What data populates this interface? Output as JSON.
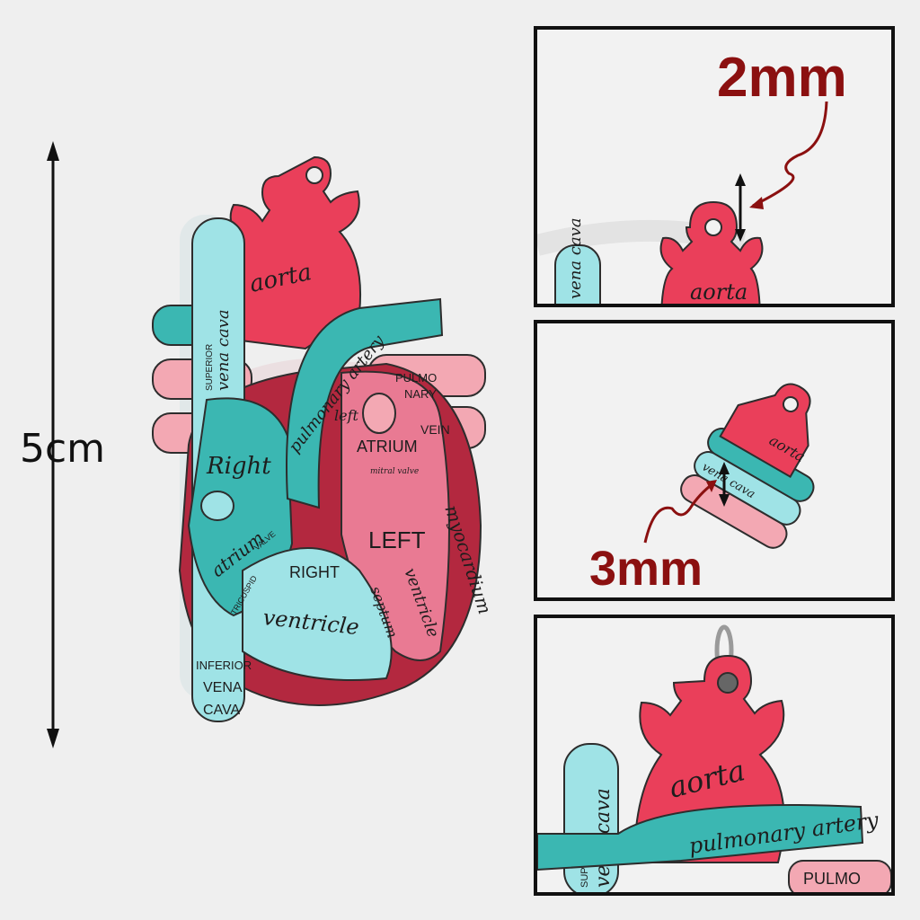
{
  "dimensions": {
    "height_label": "5cm",
    "loop_label": "2mm",
    "thickness_label": "3mm"
  },
  "heart_labels": {
    "aorta": "aorta",
    "superior": "SUPERIOR",
    "vena_cava": "vena cava",
    "pulmonary_artery": "pulmonary artery",
    "pulmonary_vein_1": "PULMO",
    "pulmonary_vein_2": "NARY",
    "pulmonary_vein_3": "VEIN",
    "left": "left",
    "atrium_caps": "ATRIUM",
    "mitral_valve": "mitral valve",
    "left_caps": "LEFT",
    "ventricle": "ventricle",
    "myocardium": "myocardium",
    "septum": "septum",
    "right": "Right",
    "atrium": "atrium",
    "valve": "VALVE",
    "tricuspid": "TRICUSPID",
    "right_caps": "RIGHT",
    "inferior": "INFERIOR",
    "vena": "VENA",
    "cava": "CAVA"
  },
  "colors": {
    "aorta_red": "#ea3f5a",
    "teal": "#3bb7b2",
    "light_cyan": "#9fe3e6",
    "pink": "#e97a93",
    "light_pink": "#f3a8b3",
    "myocardium_dark": "#b3283f",
    "measure_red": "#8b1010"
  }
}
